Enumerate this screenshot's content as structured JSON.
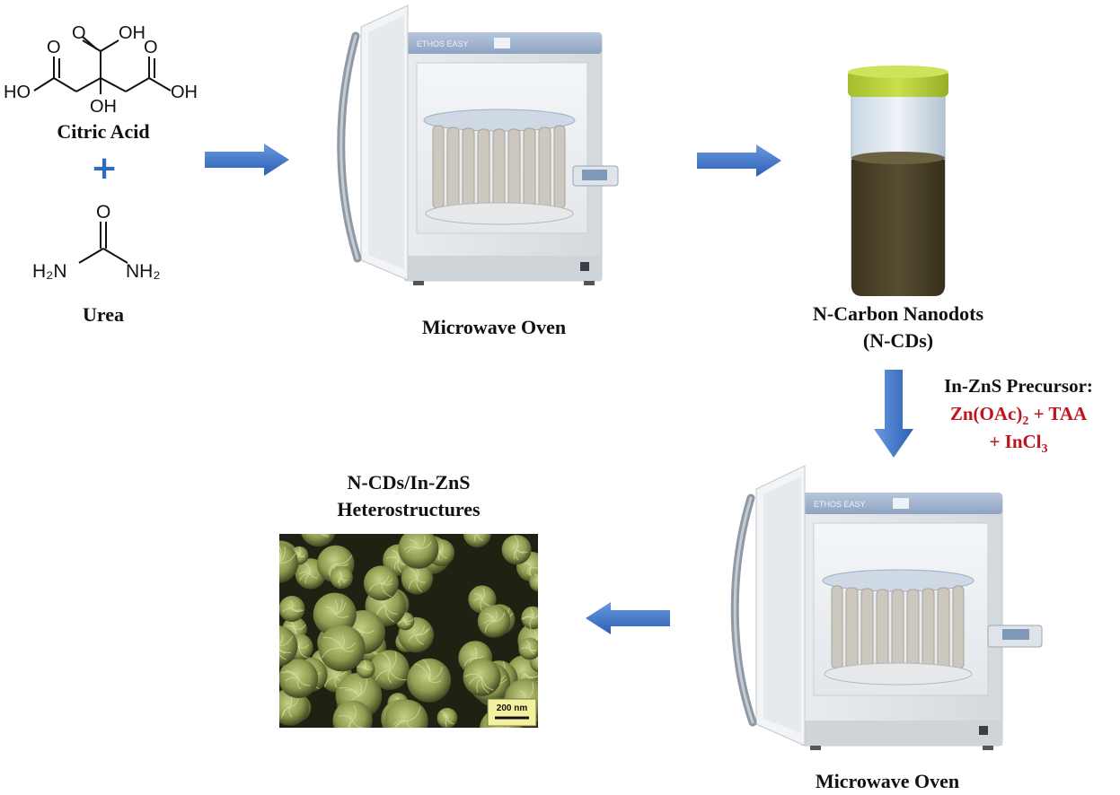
{
  "reactants": {
    "citric_acid": {
      "name": "Citric Acid",
      "groups": {
        "top": "O",
        "top_oh": "OH",
        "left_o": "O",
        "right_o": "O",
        "left_ho": "HO",
        "right_oh": "OH",
        "center_oh": "OH"
      }
    },
    "plus": "+",
    "urea": {
      "name": "Urea",
      "groups": {
        "carbonyl_o": "O",
        "left_n": "H₂N",
        "right_n": "NH₂"
      }
    }
  },
  "ovens": {
    "top": {
      "label": "Microwave Oven",
      "brand": "ETHOS EASY"
    },
    "bottom": {
      "label": "Microwave Oven",
      "brand": "ETHOS EASY"
    }
  },
  "vial": {
    "label_line1": "N-Carbon Nanodots",
    "label_line2": "(N-CDs)"
  },
  "precursor": {
    "title": "In-ZnS Precursor:",
    "line1_pre": "Zn(OAc)",
    "line1_sub": "2",
    "line1_post": " + TAA",
    "line2_pre": "+ InCl",
    "line2_sub": "3"
  },
  "product": {
    "label_line1": "N-CDs/In-ZnS",
    "label_line2": "Heterostructures",
    "scale_bar": "200 nm"
  },
  "colors": {
    "arrow": "#3a6fc4",
    "plus": "#2f6cc0",
    "precursor_red": "#c0141c",
    "vial_cap": "#b8d13a",
    "vial_liquid": "#4a4128",
    "sem_green": "#8e9a52",
    "scale_box": "#f3f0a0"
  }
}
